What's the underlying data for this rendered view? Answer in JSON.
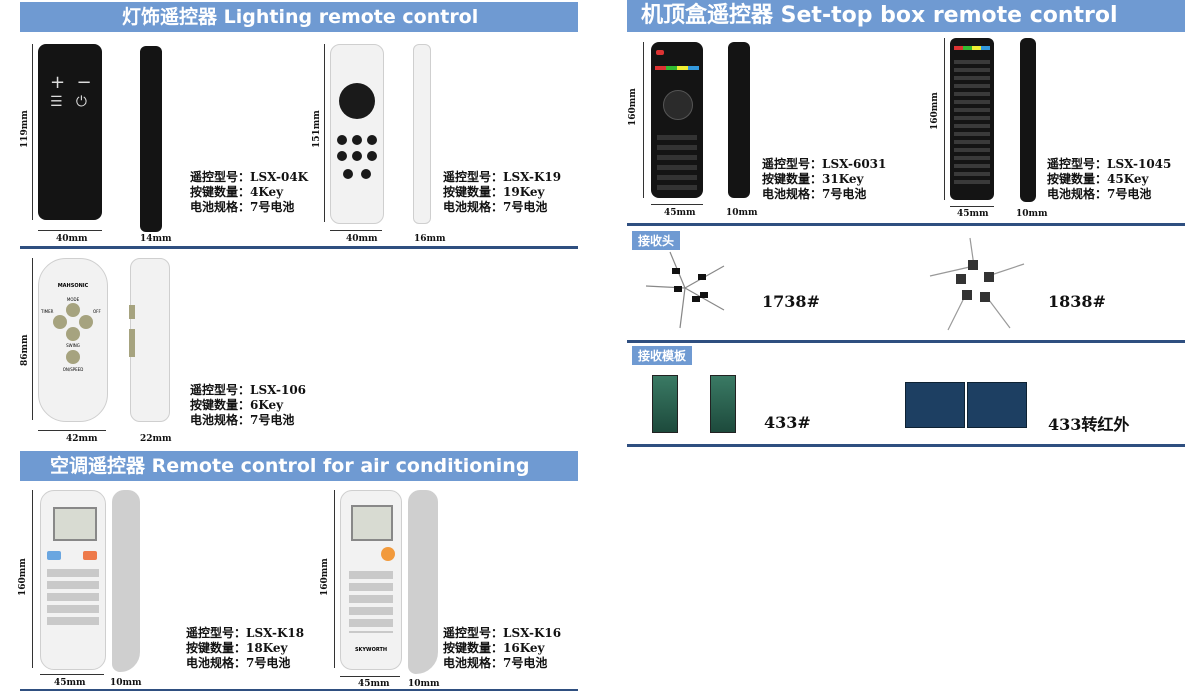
{
  "sections": {
    "lighting": {
      "title": "灯饰遥控器 Lighting remote control"
    },
    "stb": {
      "title": "机顶盒遥控器 Set-top box remote control"
    },
    "ac": {
      "title": "空调遥控器 Remote control for air conditioning"
    }
  },
  "lighting_products": [
    {
      "model": "遥控型号：LSX-04K",
      "keys": "按键数量：4Key",
      "battery": "电池规格：7号电池",
      "height": "119mm",
      "width": "40mm",
      "depth": "14mm"
    },
    {
      "model": "遥控型号：LSX-K19",
      "keys": "按键数量：19Key",
      "battery": "电池规格：7号电池",
      "height": "151mm",
      "width": "40mm",
      "depth": "16mm"
    },
    {
      "model": "遥控型号：LSX-106",
      "keys": "按键数量：6Key",
      "battery": "电池规格：7号电池",
      "height": "86mm",
      "width": "42mm",
      "depth": "22mm",
      "brand": "MAHSONIC",
      "buttons": [
        "MODE",
        "TIMER",
        "OFF",
        "SWING",
        "ON/SPEED"
      ]
    }
  ],
  "stb_products": [
    {
      "model": "遥控型号：LSX-6031",
      "keys": "按键数量：31Key",
      "battery": "电池规格：7号电池",
      "height": "160mm",
      "width": "45mm",
      "depth": "10mm"
    },
    {
      "model": "遥控型号：LSX-1045",
      "keys": "按键数量：45Key",
      "battery": "电池规格：7号电池",
      "height": "160mm",
      "width": "45mm",
      "depth": "10mm"
    }
  ],
  "ac_products": [
    {
      "model": "遥控型号：LSX-K18",
      "keys": "按键数量：18Key",
      "battery": "电池规格：7号电池",
      "height": "160mm",
      "width": "45mm",
      "depth": "10mm"
    },
    {
      "model": "遥控型号：LSX-K16",
      "keys": "按键数量：16Key",
      "battery": "电池规格：7号电池",
      "height": "160mm",
      "width": "45mm",
      "depth": "10mm",
      "brand": "SKYWORTH"
    }
  ],
  "receiver": {
    "tag": "接收头",
    "items": [
      "1738#",
      "1838#"
    ]
  },
  "module": {
    "tag": "接收模板",
    "items": [
      "433#",
      "433转红外"
    ]
  },
  "colors": {
    "banner": "#6f9ad2",
    "rule": "#2f4f80"
  }
}
